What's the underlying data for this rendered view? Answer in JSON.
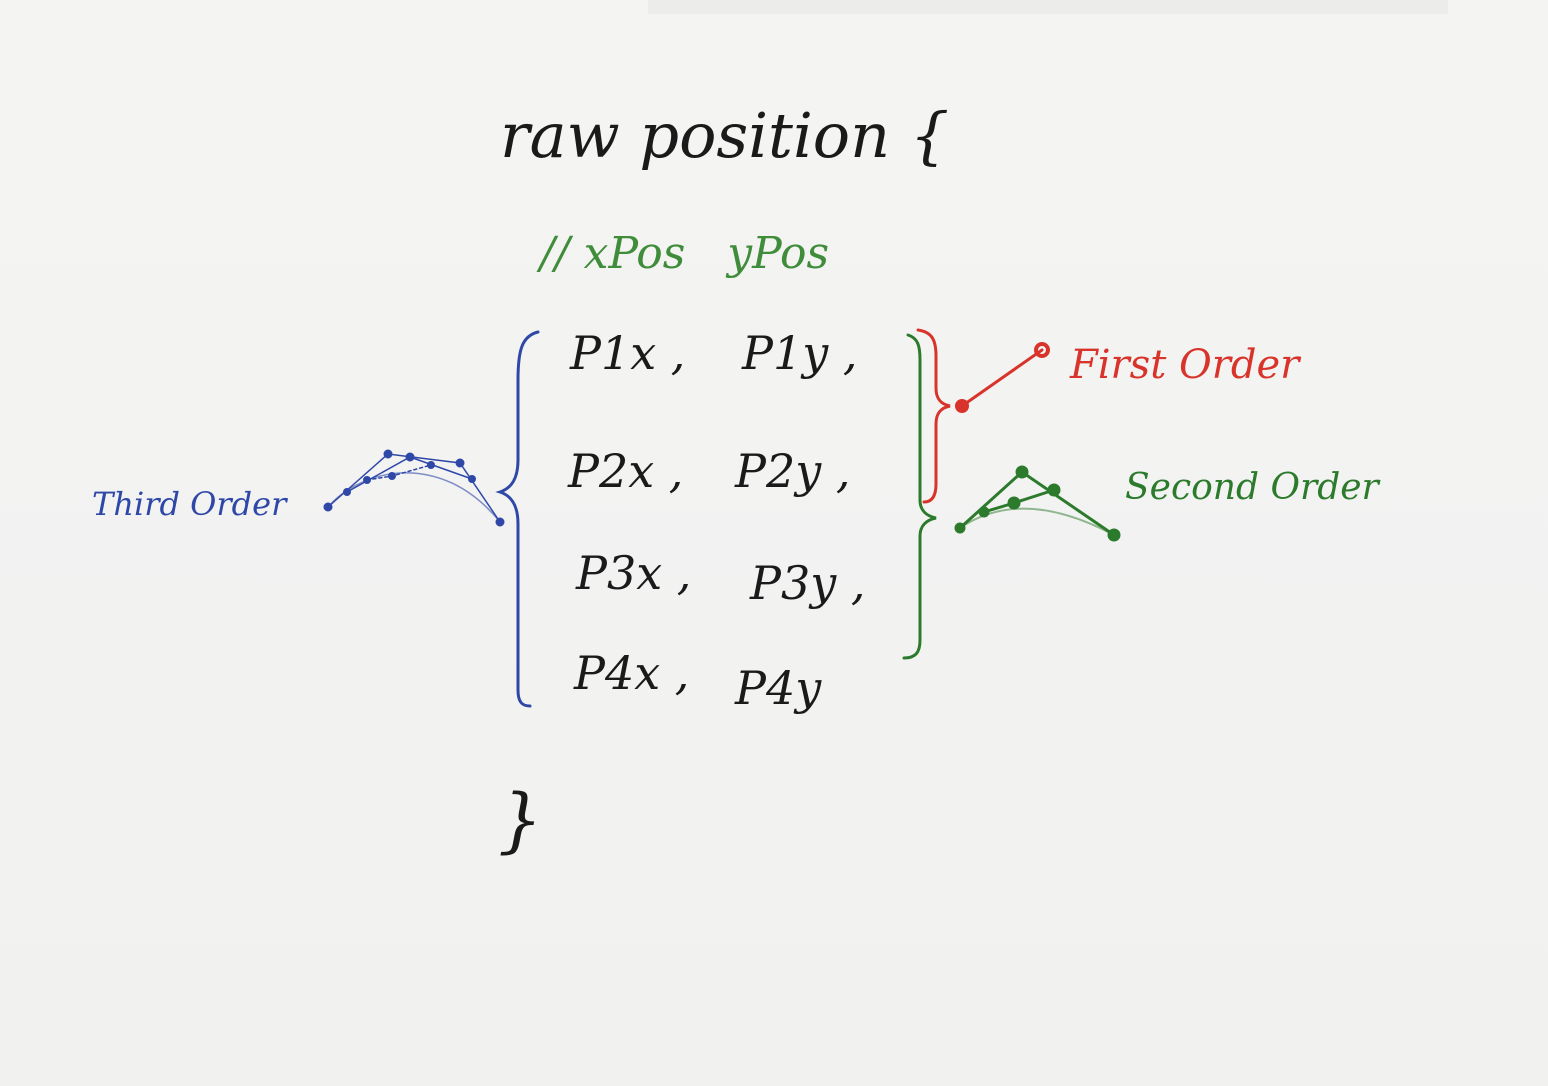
{
  "title": "raw position {",
  "columns_comment": "// xPos   yPos",
  "rows": [
    {
      "x": "P1x ,",
      "y": "P1y ,"
    },
    {
      "x": "P2x ,",
      "y": "P2y ,"
    },
    {
      "x": "P3x ,",
      "y": "P3y ,"
    },
    {
      "x": "P4x ,",
      "y": "P4y"
    }
  ],
  "closing_brace": "}",
  "labels": {
    "first_order": "First Order",
    "second_order": "Second Order",
    "third_order": "Third Order"
  },
  "colors": {
    "ink": "#1a1a1a",
    "comment": "#3f8c3a",
    "first_order": "#d8342b",
    "second_order": "#2c7a2c",
    "third_order": "#2f48a8"
  },
  "icons": [
    "first-order-line-icon",
    "second-order-curve-icon",
    "third-order-curve-icon"
  ]
}
